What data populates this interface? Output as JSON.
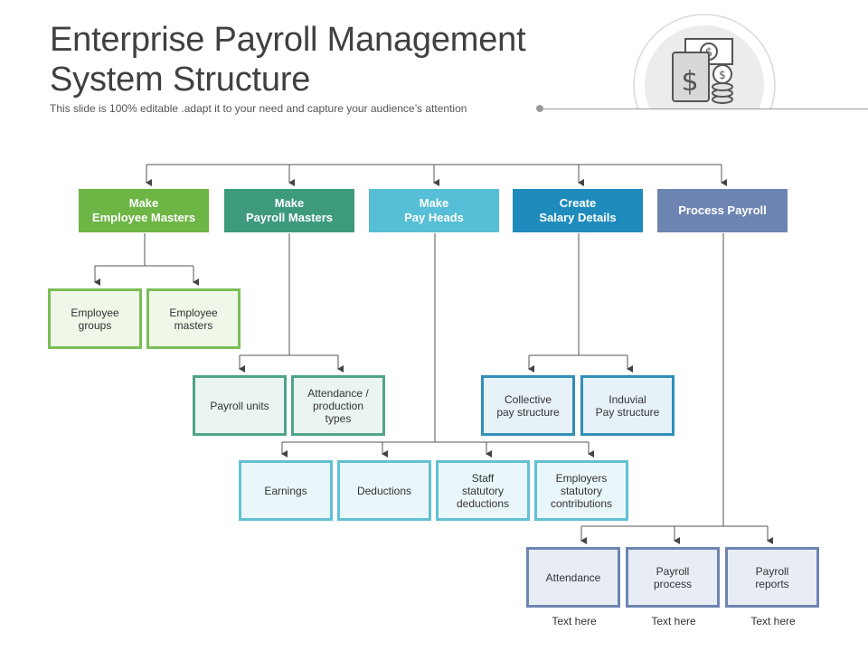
{
  "header": {
    "title": "Enterprise Payroll Management System Structure",
    "subtitle": "This slide is 100% editable .adapt it to your need and capture your audience’s attention"
  },
  "decor": {
    "icon": "money-coins-icon"
  },
  "colors": {
    "employee_masters": "#6db544",
    "payroll_masters": "#3d9a7d",
    "pay_heads": "#56bed6",
    "salary_details": "#1f8bbd",
    "process_payroll": "#6e85b2"
  },
  "categories": [
    {
      "line1": "Make",
      "line2": "Employee Masters"
    },
    {
      "line1": "Make",
      "line2": "Payroll Masters"
    },
    {
      "line1": "Make",
      "line2": "Pay Heads"
    },
    {
      "line1": "Create",
      "line2": "Salary Details"
    },
    {
      "line1": "Process Payroll",
      "line2": ""
    }
  ],
  "employee_items": [
    "Employee\ngroups",
    "Employee\nmasters"
  ],
  "payroll_items": [
    "Payroll units",
    "Attendance /\nproduction\ntypes"
  ],
  "salary_items": [
    "Collective\npay structure",
    "Induvial\nPay structure"
  ],
  "payhead_items": [
    "Earnings",
    "Deductions",
    "Staff\nstatutory\ndeductions",
    "Employers\nstatutory\ncontributions"
  ],
  "process_items": [
    "Attendance",
    "Payroll\nprocess",
    "Payroll\nreports"
  ],
  "captions": [
    "Text here",
    "Text here",
    "Text here"
  ]
}
